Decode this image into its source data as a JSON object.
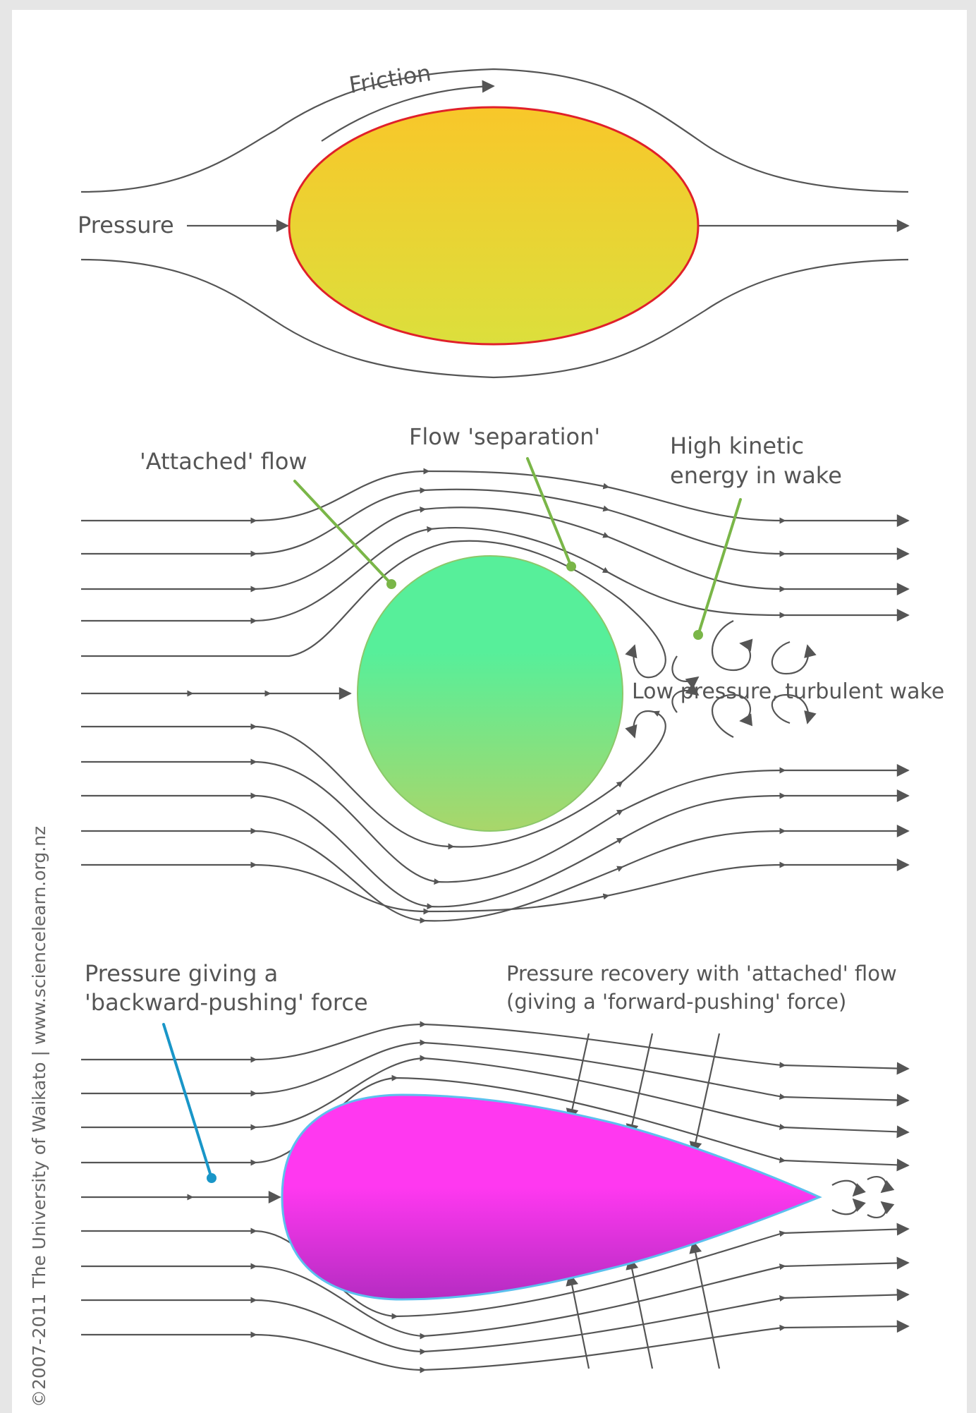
{
  "panel1": {
    "friction_label": "Friction",
    "pressure_label": "Pressure",
    "body_color_top": "#f8c72a",
    "body_color_bottom": "#dcdf3c",
    "outline_color": "#e0202a"
  },
  "panel2": {
    "attached_label": "'Attached' flow",
    "separation_label": "Flow 'separation'",
    "kinetic_label_line1": "High kinetic",
    "kinetic_label_line2": "energy in wake",
    "wake_label": "Low pressure, turbulent wake",
    "body_color_top": "#57ef9a",
    "body_color_bottom": "#a9d66a",
    "leader_color": "#7ab648"
  },
  "panel3": {
    "backward_label_line1": "Pressure giving a",
    "backward_label_line2": "'backward-pushing' force",
    "recovery_label_line1": "Pressure recovery with 'attached' flow",
    "recovery_label_line2": "(giving a 'forward-pushing' force)",
    "body_color_top": "#ff38f0",
    "body_color_bottom": "#b52cc2",
    "outline_color": "#5cc0ee",
    "leader_color": "#1996c8"
  },
  "credit": "©2007-2011 The University of Waikato | www.sciencelearn.org.nz"
}
